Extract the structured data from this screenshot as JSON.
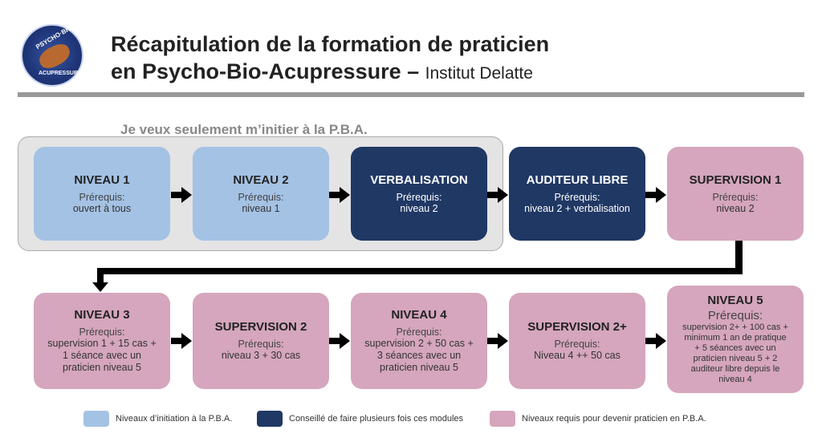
{
  "header": {
    "title_line1": "Récapitulation de la formation de praticien",
    "title_line2": "en Psycho-Bio-Acupressure –",
    "institute": "Institut Delatte",
    "logo_text": "PSYCHO-BIO ACUPRESSURE"
  },
  "group_label": "Je veux seulement m’initier à la P.B.A.",
  "prereq_label": "Prérequis:",
  "colors": {
    "initiation": "#a4c2e4",
    "repeat": "#203864",
    "practitioner": "#d5a6bd"
  },
  "boxes": [
    {
      "title": "NIVEAU 1",
      "prereq": "ouvert à tous"
    },
    {
      "title": "NIVEAU 2",
      "prereq": "niveau 1"
    },
    {
      "title": "VERBALISATION",
      "prereq": "niveau 2"
    },
    {
      "title": "AUDITEUR LIBRE",
      "prereq": "niveau 2 + verbalisation"
    },
    {
      "title": "SUPERVISION 1",
      "prereq": "niveau 2"
    },
    {
      "title": "NIVEAU 3",
      "prereq": "supervision 1 + 15 cas + 1 séance avec un praticien niveau 5"
    },
    {
      "title": "SUPERVISION 2",
      "prereq": "niveau 3 + 30 cas"
    },
    {
      "title": "NIVEAU 4",
      "prereq": "supervision 2 + 50 cas + 3 séances avec un praticien niveau 5"
    },
    {
      "title": "SUPERVISION 2+",
      "prereq": "Niveau 4 ++ 50 cas"
    },
    {
      "title": "NIVEAU 5",
      "prereq": "supervision 2+ + 100 cas + minimum 1 an de pratique + 5 séances avec un praticien niveau 5 + 2 auditeur libre depuis le niveau 4"
    }
  ],
  "legend": [
    "Niveaux d’initiation à la P.B.A.",
    "Conseillé de faire plusieurs fois ces modules",
    "Niveaux requis pour devenir praticien en P.B.A."
  ]
}
